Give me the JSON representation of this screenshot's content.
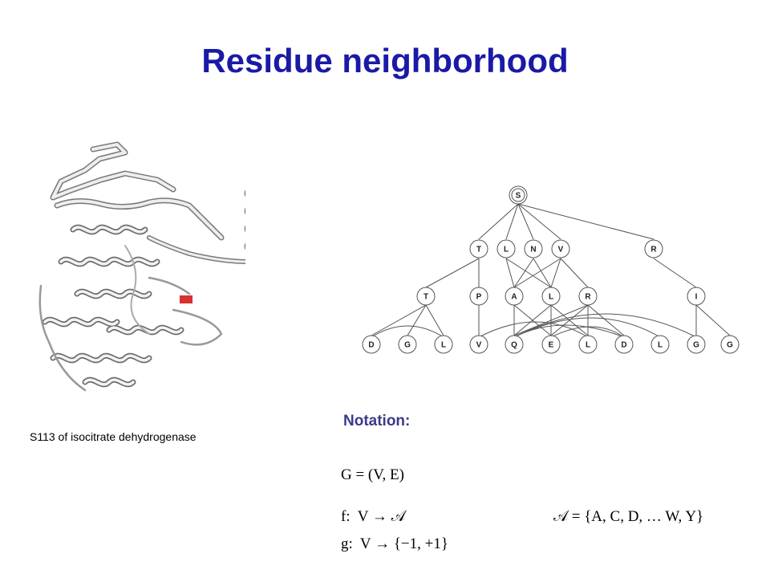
{
  "title": "Residue neighborhood",
  "caption": "S113 of isocitrate dehydrogenase",
  "notation_label": "Notation:",
  "formulas": {
    "graph": "G = (V, E)",
    "f_map": "f:  V → 𝒜",
    "alphabet": "𝒜 = {A, C, D, … W, Y}",
    "g_map": "g:  V → {−1, +1}"
  },
  "tree": {
    "root": "S",
    "level1": [
      "T",
      "L",
      "N",
      "V",
      "R"
    ],
    "level2": [
      "T",
      "P",
      "A",
      "L",
      "R",
      "I"
    ],
    "level3": [
      "D",
      "G",
      "L",
      "V",
      "Q",
      "E",
      "L",
      "D",
      "L",
      "G",
      "G"
    ]
  },
  "colors": {
    "title": "#1a1aa6",
    "notation": "#3a3a8c",
    "highlight_residue": "#d93030"
  }
}
